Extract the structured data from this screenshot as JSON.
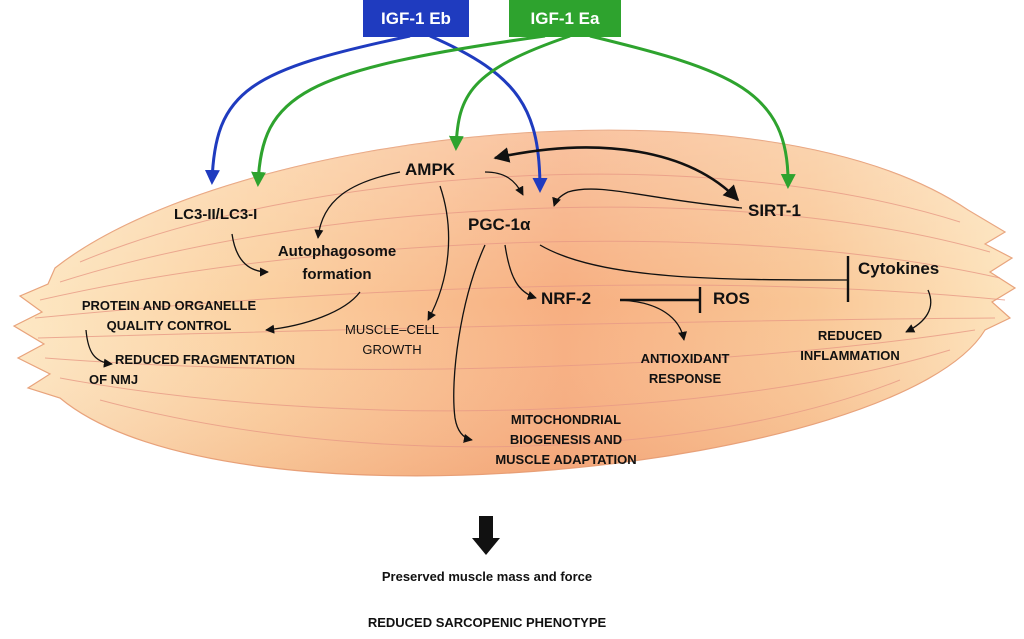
{
  "inputs": {
    "igf_eb": "IGF-1 Eb",
    "igf_ea": "IGF-1 Ea"
  },
  "nodes": {
    "ampk": "AMPK",
    "lc3": "LC3-II/LC3-I",
    "pgc": "PGC-1α",
    "sirt": "SIRT-1",
    "autophago_1": "Autophagosome",
    "autophago_2": "formation",
    "cytokines": "Cytokines",
    "nrf2": "NRF-2",
    "ros": "ROS"
  },
  "outcomes": {
    "protein_1": "PROTEIN AND ORGANELLE",
    "protein_2": "QUALITY CONTROL",
    "nmj_1": "REDUCED FRAGMENTATION",
    "nmj_2": "OF NMJ",
    "growth_1": "MUSCLE–CELL",
    "growth_2": "GROWTH",
    "antiox_1": "ANTIOXIDANT",
    "antiox_2": "RESPONSE",
    "inflam_1": "REDUCED",
    "inflam_2": "INFLAMMATION",
    "mito_1": "MITOCHONDRIAL",
    "mito_2": "BIOGENESIS AND",
    "mito_3": "MUSCLE ADAPTATION"
  },
  "footer": {
    "preserved": "Preserved muscle mass and force",
    "phenotype": "REDUCED SARCOPENIC PHENOTYPE"
  },
  "colors": {
    "eb_blue": "#1f3bbf",
    "ea_green": "#2ea32e",
    "muscle_light": "#fde3b8",
    "muscle_dark": "#f6ad78",
    "fiber_line": "#e89a86"
  }
}
